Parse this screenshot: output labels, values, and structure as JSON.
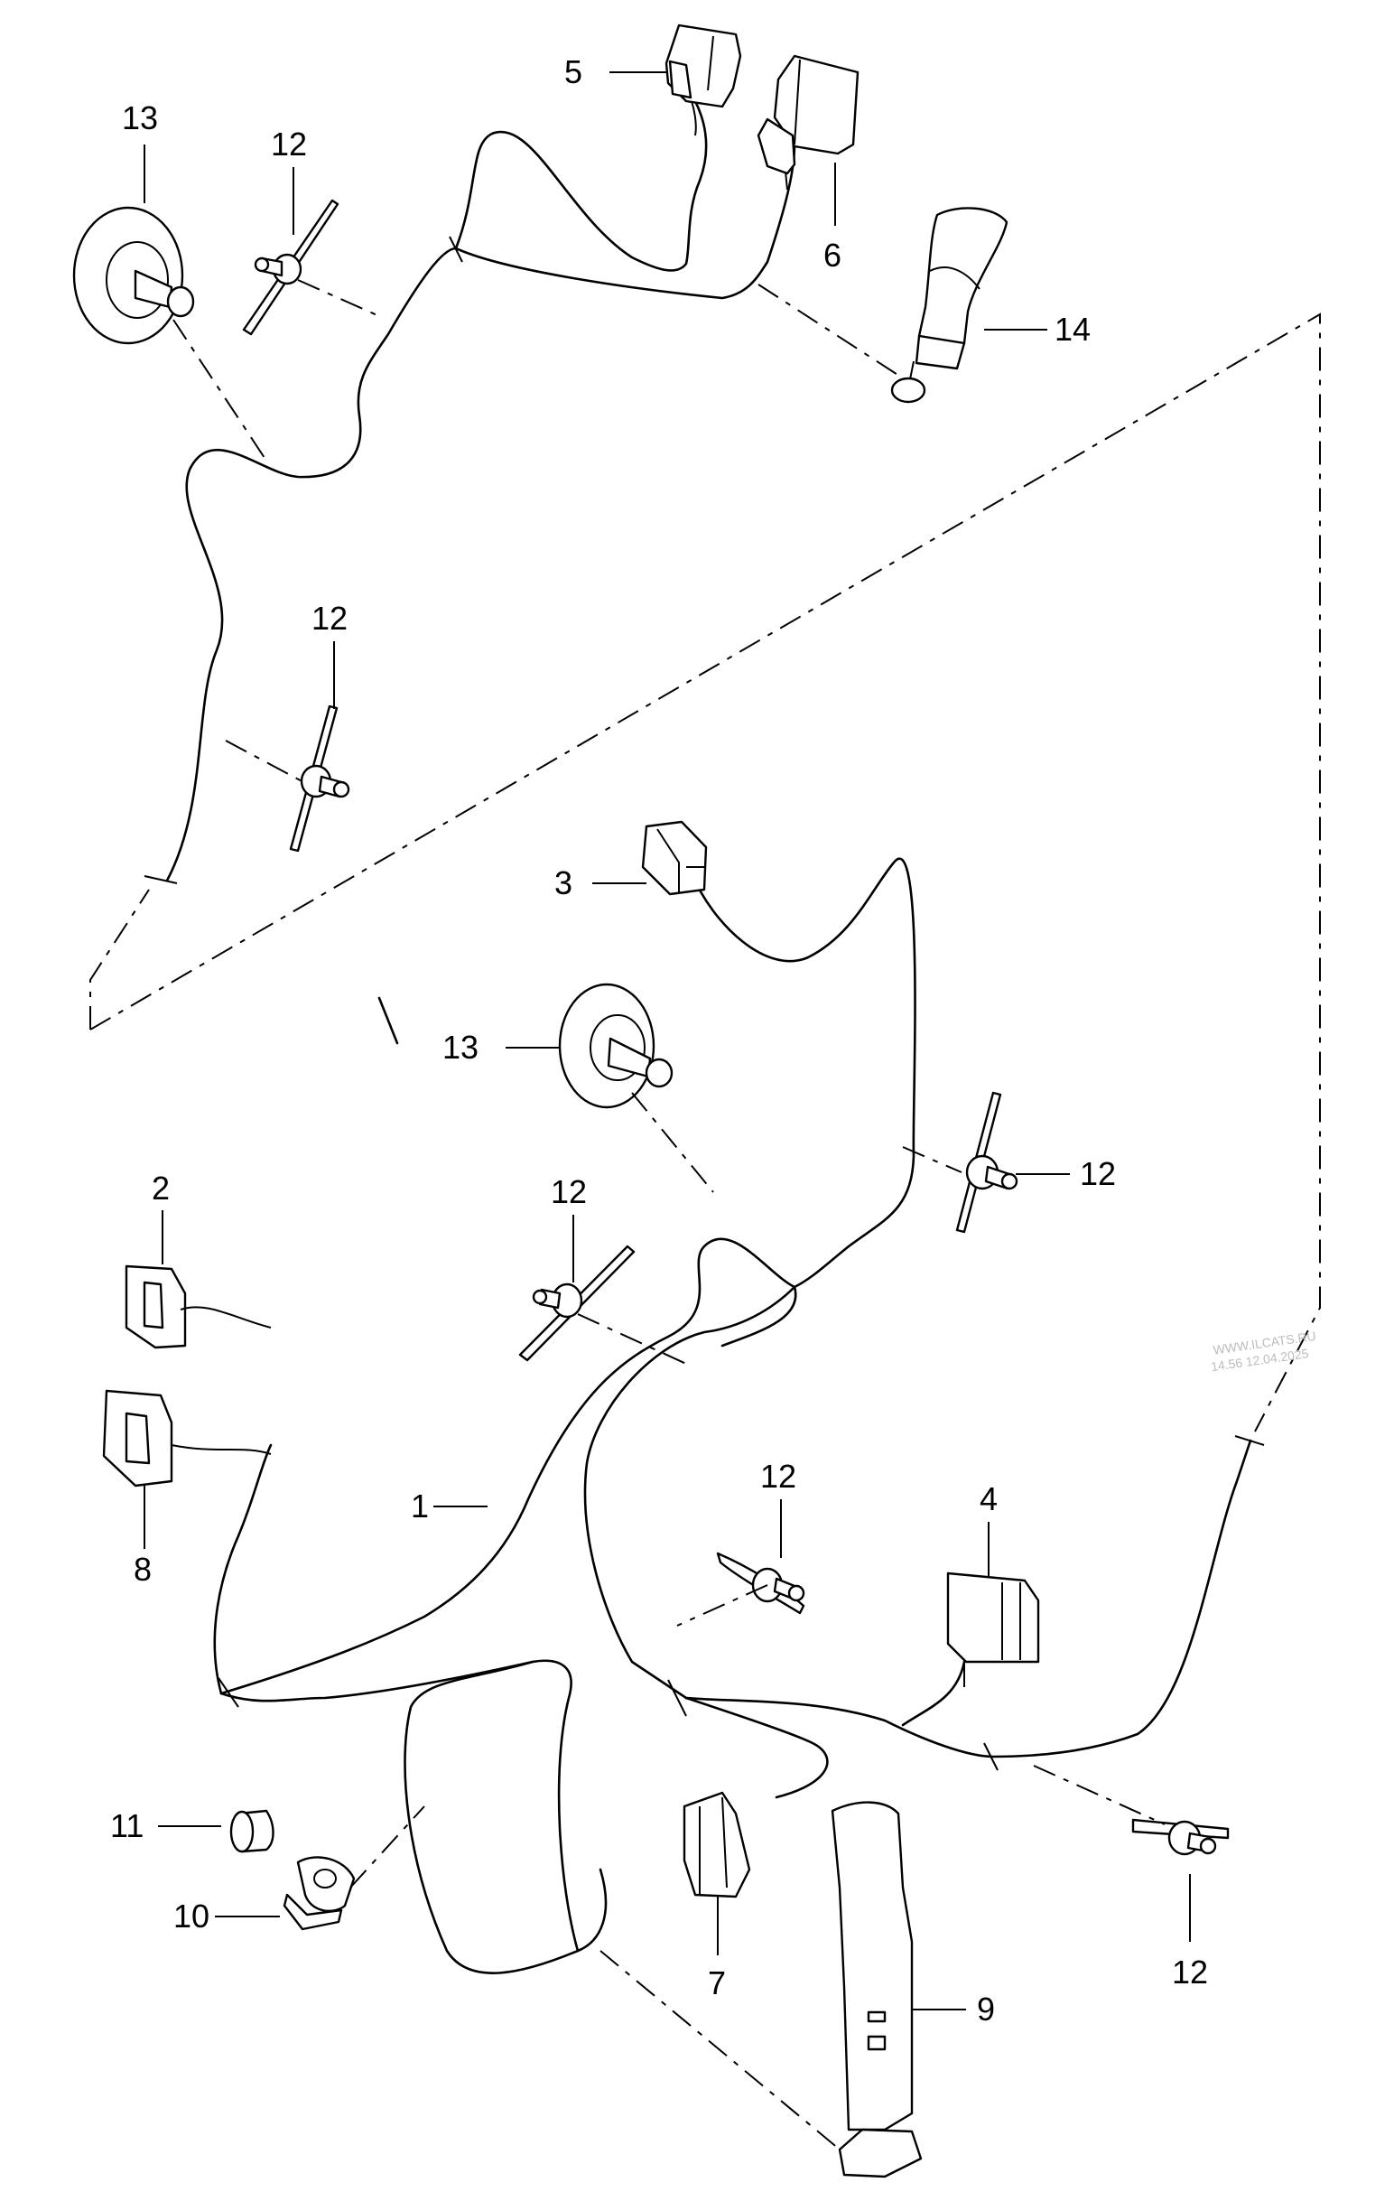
{
  "callouts": {
    "c1": "1",
    "c2": "2",
    "c3": "3",
    "c4": "4",
    "c5": "5",
    "c6": "6",
    "c7": "7",
    "c8": "8",
    "c9": "9",
    "c10": "10",
    "c11": "11",
    "c12a": "12",
    "c12b": "12",
    "c12c": "12",
    "c12d": "12",
    "c12e": "12",
    "c12f": "12",
    "c13a": "13",
    "c13b": "13",
    "c14": "14"
  },
  "watermark": {
    "line1": "WWW.ILCATS.RU",
    "line2": "14.56 12.04.2025"
  }
}
